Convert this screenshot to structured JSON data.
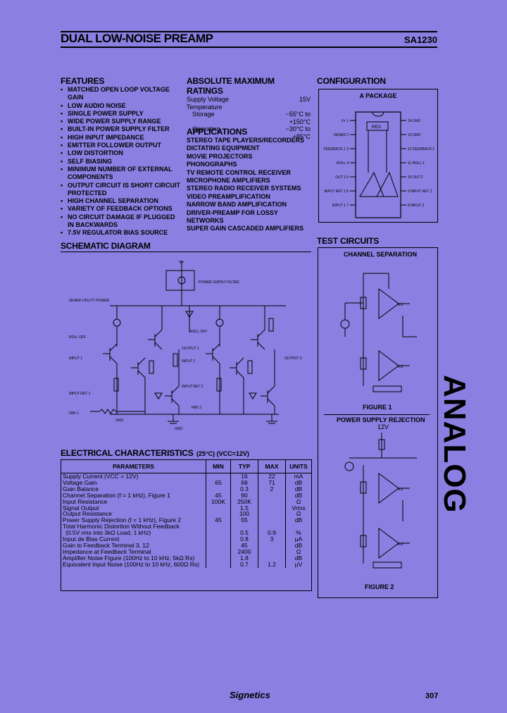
{
  "header": {
    "title": "DUAL LOW-NOISE PREAMP",
    "code": "SA1230"
  },
  "features": {
    "heading": "FEATURES",
    "items": [
      "MATCHED OPEN LOOP VOLTAGE GAIN",
      "LOW AUDIO NOISE",
      "SINGLE POWER SUPPLY",
      "WIDE POWER SUPPLY RANGE",
      "BUILT-IN POWER SUPPLY FILTER",
      "HIGH INPUT IMPEDANCE",
      "EMITTER FOLLOWER OUTPUT",
      "LOW DISTORTION",
      "SELF BIASING",
      "MINIMUM NUMBER OF EXTERNAL COMPONENTS",
      "OUTPUT CIRCUIT IS SHORT CIRCUIT PROTECTED",
      "HIGH CHANNEL SEPARATION",
      "VARIETY OF FEEDBACK OPTIONS",
      "NO CIRCUIT DAMAGE IF PLUGGED IN BACKWARDS",
      "7.5V REGULATOR BIAS SOURCE"
    ]
  },
  "ratings": {
    "heading": "ABSOLUTE MAXIMUM RATINGS",
    "rows": [
      {
        "label": "Supply Voltage",
        "value": "15V"
      },
      {
        "label": "Temperature",
        "value": ""
      },
      {
        "label": "Storage",
        "value": "−55°C to +150°C"
      },
      {
        "label": "Operating",
        "value": "−30°C to +85°C"
      }
    ]
  },
  "applications": {
    "heading": "APPLICATIONS",
    "items": [
      "STEREO TAPE PLAYERS/RECORDERS",
      "DICTATING EQUIPMENT",
      "MOVIE PROJECTORS",
      "PHONOGRAPHS",
      "TV REMOTE CONTROL RECEIVER",
      "MICROPHONE AMPLIFIERS",
      "STEREO RADIO RECEIVER SYSTEMS",
      "VIDEO PREAMPLIFICATION",
      "NARROW BAND AMPLIFICATION",
      "DRIVER-PREAMP FOR LOSSY NETWORKS",
      "SUPER GAIN CASCADED AMPLIFIERS"
    ]
  },
  "configuration": {
    "heading": "CONFIGURATION",
    "package": "A PACKAGE",
    "left_pins": [
      "V+ 1",
      "ZENER 2",
      "FEEDBACK 1 3",
      "ROLL 4",
      "OUT 1 5",
      "INPUT RET 1 6",
      "INPUT 1 7"
    ],
    "right_pins": [
      "14 GND",
      "13 GND",
      "12 FEEDBACK 2",
      "11 ROLL 2",
      "10 OUT 2",
      "9 INPUT RET 2",
      "8 INPUT 2"
    ],
    "reg_label": "REG"
  },
  "schematic": {
    "heading": "SCHEMATIC DIAGRAM",
    "labels": {
      "vplus": "V+",
      "psf": "POWER SUPPLY FILTER",
      "zener": "ZENER UTILITY POWER",
      "roll_off_1": "ROLL OFF",
      "roll_off_2": "ROLL OFF",
      "input1": "INPUT 1",
      "input_ret1": "INPUT RET 1",
      "fbk1": "FBK 1",
      "output1": "OUTPUT 1",
      "output2": "OUTPUT 2",
      "input2": "INPUT 2",
      "input_ret2": "INPUT RET 2",
      "fbk2": "FBK 2",
      "gnd": "GND",
      "r2400": "2400"
    }
  },
  "electrical": {
    "heading": "ELECTRICAL CHARACTERISTICS",
    "conditions": "(25°C) (VCC=12V)",
    "columns": [
      "PARAMETERS",
      "MIN",
      "TYP",
      "MAX",
      "UNITS"
    ],
    "rows": [
      [
        "Supply Current (VCC = 12V)",
        "",
        "16",
        "22",
        "mA"
      ],
      [
        "Voltage Gain",
        "65",
        "68",
        "71",
        "dB"
      ],
      [
        "Gain Balance",
        "",
        "0.3",
        "2",
        "dB"
      ],
      [
        "Channel Separation (f = 1 kHz), Figure 1",
        "45",
        "90",
        "",
        "dB"
      ],
      [
        "Input Resistance",
        "100K",
        "250K",
        "",
        "Ω"
      ],
      [
        "Signal Output",
        "",
        "1.5",
        "",
        "Vrms"
      ],
      [
        "Output Resistance",
        "",
        "100",
        "",
        "Ω"
      ],
      [
        "Power Supply Rejection (f = 1 kHz), Figure 2",
        "45",
        "55",
        "",
        "dB"
      ],
      [
        "Total Harmonic Distortion Without Feedback",
        "",
        "",
        "",
        ""
      ],
      [
        "(0.5V rms into 3kΩ Load, 1 kHz)",
        "",
        "0.5",
        "0.9",
        "%"
      ],
      [
        "Input de Bias Current",
        "",
        "0.8",
        "3",
        "µA"
      ],
      [
        "Gain to Feedback Terminal 3, 12",
        "",
        "45",
        "",
        "dB"
      ],
      [
        "Impedance at Feedback Terminal",
        "",
        "2400",
        "",
        "Ω"
      ],
      [
        "Amplifier Noise Figure (100Hz to 10 kHz, 5kΩ Rs)",
        "",
        "1.8",
        "",
        "dB"
      ],
      [
        "Equivalent Input Noise (100Hz to 10 kHz, 600Ω Rs)",
        "",
        "0.7",
        "1.2",
        "µV"
      ]
    ]
  },
  "test_circuits": {
    "heading": "TEST CIRCUITS",
    "ch_sep_title": "CHANNEL SEPARATION",
    "figure1": "FIGURE 1",
    "psr_title": "POWER SUPPLY REJECTION",
    "figure2": "FIGURE 2",
    "v12": "12V"
  },
  "brand": "ANALOG",
  "footer": {
    "logo": "Signetics",
    "page": "307"
  }
}
